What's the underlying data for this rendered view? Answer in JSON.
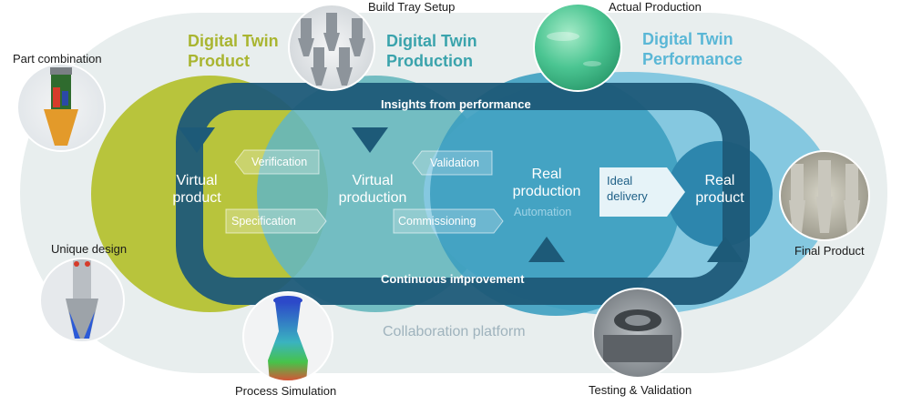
{
  "headers": {
    "product": [
      "Digital Twin",
      "Product"
    ],
    "production": [
      "Digital Twin",
      "Production"
    ],
    "performance": [
      "Digital Twin",
      "Performance"
    ]
  },
  "stages": {
    "virtual_product": [
      "Virtual",
      "product"
    ],
    "virtual_production": [
      "Virtual",
      "production"
    ],
    "real_production": [
      "Real",
      "production"
    ],
    "real_product": [
      "Real",
      "product"
    ]
  },
  "flows": {
    "verification": "Verification",
    "specification": "Specification",
    "validation": "Validation",
    "commissioning": "Commissioning",
    "automation": "Automation",
    "ideal_delivery": [
      "Ideal",
      "delivery"
    ]
  },
  "loops": {
    "top": "Insights from performance",
    "bottom": "Continuous improvement"
  },
  "platform": "Collaboration platform",
  "captions": {
    "part_combination": "Part combination",
    "unique_design": "Unique design",
    "process_simulation": "Process Simulation",
    "build_tray": "Build Tray Setup",
    "actual_production": "Actual Production",
    "testing": "Testing & Validation",
    "final_product": "Final Product"
  },
  "colors": {
    "product": "#b8c43c",
    "production": "#66b7bd",
    "performance": "#3d9fc0",
    "loop": "#1d5a78",
    "platform": "#e8eeee"
  }
}
